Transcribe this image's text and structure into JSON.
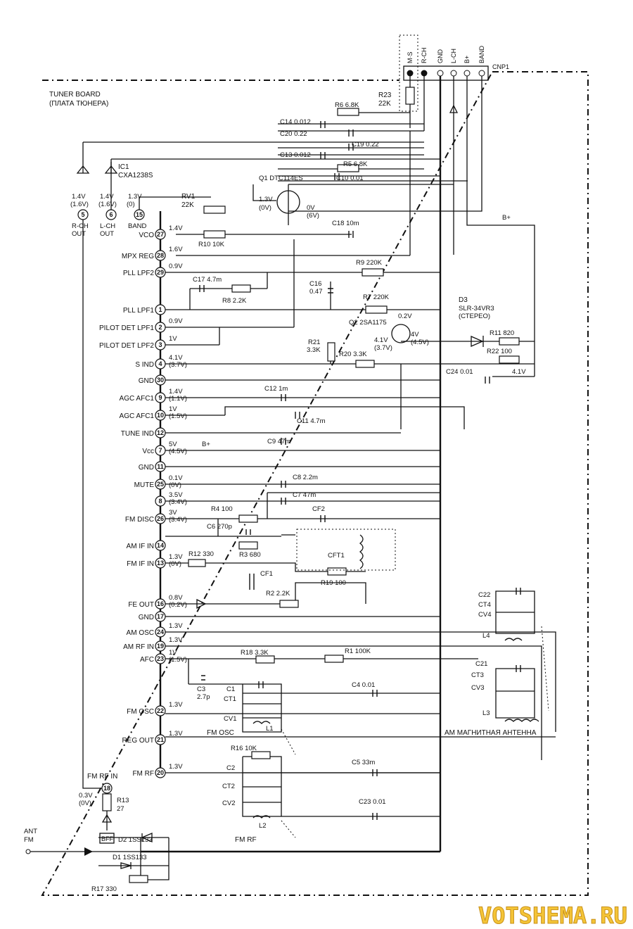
{
  "board": {
    "title": "TUNER BOARD",
    "title_ru": "(ПЛАТА ТЮНЕРА)"
  },
  "connector": {
    "name": "CNP1",
    "pins": [
      "M·S",
      "R-CH",
      "GND",
      "L-CH",
      "B+",
      "BAND"
    ]
  },
  "ic": {
    "ref": "IC1",
    "part": "CXA1238S"
  },
  "ic_top_pins": [
    {
      "num": "5",
      "name": "R-CH",
      "name2": "OUT",
      "v1": "1.4V",
      "v2": "(1.6V)"
    },
    {
      "num": "6",
      "name": "L-CH",
      "name2": "OUT",
      "v1": "1.4V",
      "v2": "(1.6V)"
    },
    {
      "num": "15",
      "name": "BAND",
      "name2": "",
      "v1": "1.3V",
      "v2": "(0)"
    }
  ],
  "ic_left_pins": [
    {
      "num": "27",
      "name": "VCO",
      "v1": "1.4V",
      "v2": ""
    },
    {
      "num": "28",
      "name": "MPX REG",
      "v1": "1.6V",
      "v2": ""
    },
    {
      "num": "29",
      "name": "PLL LPF2",
      "v1": "0.9V",
      "v2": ""
    },
    {
      "num": "1",
      "name": "PLL LPF1",
      "v1": "",
      "v2": ""
    },
    {
      "num": "2",
      "name": "PILOT DET LPF1",
      "v1": "0.9V",
      "v2": ""
    },
    {
      "num": "3",
      "name": "PILOT DET LPF2",
      "v1": "1V",
      "v2": ""
    },
    {
      "num": "4",
      "name": "S IND",
      "v1": "4.1V",
      "v2": "(3.7V)"
    },
    {
      "num": "30",
      "name": "GND",
      "v1": "",
      "v2": ""
    },
    {
      "num": "9",
      "name": "AGC AFC1",
      "v1": "1.4V",
      "v2": "(1.1V)"
    },
    {
      "num": "10",
      "name": "AGC AFC1",
      "v1": "1V",
      "v2": "(1.5V)"
    },
    {
      "num": "12",
      "name": "TUNE IND",
      "v1": "",
      "v2": ""
    },
    {
      "num": "7",
      "name": "Vcc",
      "v1": "5V",
      "v2": "(4.5V)"
    },
    {
      "num": "11",
      "name": "GND",
      "v1": "",
      "v2": ""
    },
    {
      "num": "25",
      "name": "MUTE",
      "v1": "0.1V",
      "v2": "(0V)"
    },
    {
      "num": "8",
      "name": "",
      "v1": "3.5V",
      "v2": "(3.4V)"
    },
    {
      "num": "26",
      "name": "FM DISC",
      "v1": "3V",
      "v2": "(3.4V)"
    },
    {
      "num": "14",
      "name": "AM IF IN",
      "v1": "",
      "v2": ""
    },
    {
      "num": "13",
      "name": "FM IF IN",
      "v1": "1.3V",
      "v2": "(0V)"
    },
    {
      "num": "16",
      "name": "FE OUT",
      "v1": "0.8V",
      "v2": "(0.2V)"
    },
    {
      "num": "17",
      "name": "GND",
      "v1": "",
      "v2": ""
    },
    {
      "num": "24",
      "name": "AM OSC",
      "v1": "1.3V",
      "v2": ""
    },
    {
      "num": "19",
      "name": "AM RF IN",
      "v1": "1.3V",
      "v2": ""
    },
    {
      "num": "23",
      "name": "AFC",
      "v1": "1V",
      "v2": "(1.5V)"
    },
    {
      "num": "22",
      "name": "FM OSC",
      "v1": "1.3V",
      "v2": ""
    },
    {
      "num": "21",
      "name": "REG OUT",
      "v1": "1.3V",
      "v2": ""
    },
    {
      "num": "20",
      "name": "FM RF",
      "v1": "1.3V",
      "v2": ""
    }
  ],
  "pin18": {
    "num": "18",
    "name": "FM RF IN",
    "v1": "0.3V",
    "v2": "(0V)"
  },
  "components": {
    "r23": [
      "R23",
      "22K"
    ],
    "r6": "R6 6.8K",
    "c14": "C14 0.012",
    "c20": "C20 0.22",
    "c19": "C19 0.22",
    "c13": "C13 0.012",
    "r5": "R5 6.8K",
    "q1": "Q1 DTC114ES",
    "c10": "C10 0.01",
    "q1_v": [
      "1.3V",
      "(0V)",
      "0V",
      "(6V)"
    ],
    "rv1": [
      "RV1",
      "22K"
    ],
    "r10": "R10 10K",
    "c18": "C18 10m",
    "bplus": "B+",
    "r9": "R9 220K",
    "c17": "C17 4.7m",
    "r8": "R8 2.2K",
    "c16": [
      "C16",
      "0.47"
    ],
    "r7": "R7 220K",
    "d3": [
      "D3",
      "SLR-34VR3",
      "(СТЕРЕО)"
    ],
    "q2": "Q2 2SA1175",
    "q2_v": [
      "0.2V",
      "4V",
      "(4.5V)",
      "4.1V",
      "(3.7V)"
    ],
    "r21": [
      "R21",
      "3.3K"
    ],
    "r20": "R20 3.3K",
    "r11": "R11 820",
    "r22": "R22 100",
    "c24": "C24 0.01",
    "v41": "4.1V",
    "c12": "C12 1m",
    "c11": "C11 4.7m",
    "c9": "C9 47m",
    "c8": "C8 2.2m",
    "c7": "C7 47m",
    "r4": "R4 100",
    "cf2": "CF2",
    "c6": "C6 270p",
    "r3": "R3 680",
    "cft1": "CFT1",
    "r19": "R19 100",
    "r12": "R12 330",
    "cf1": "CF1",
    "r2": "R2 2.2K",
    "r18": "R18 3.3K",
    "r1": "R1 100K",
    "c3": [
      "C3",
      "2.7p"
    ],
    "c1": "C1",
    "ct1": "CT1",
    "cv1": "CV1",
    "l1": "L1",
    "c4": "C4 0.01",
    "fmosc": "FM OSC",
    "am_antenna": "AM МАГНИТНАЯ АНТЕННА",
    "r16": "R16 10K",
    "c2": "C2",
    "ct2": "CT2",
    "cv2": "CV2",
    "l2": "L2",
    "c5": "C5 33m",
    "c23": "C23 0.01",
    "fmrf": "FM RF",
    "c22": "C22",
    "ct4": "CT4",
    "cv4": "CV4",
    "l4": "L4",
    "c21": "C21",
    "ct3": "CT3",
    "cv3": "CV3",
    "l3": "L3",
    "r13": [
      "R13",
      "27"
    ],
    "bff": "BFF",
    "d2": "D2 1SS133",
    "d1": "D1 1SS133",
    "r17": "R17 330",
    "ant": [
      "ANT",
      "FM"
    ]
  },
  "watermark": "VOTSHEMA.RU"
}
